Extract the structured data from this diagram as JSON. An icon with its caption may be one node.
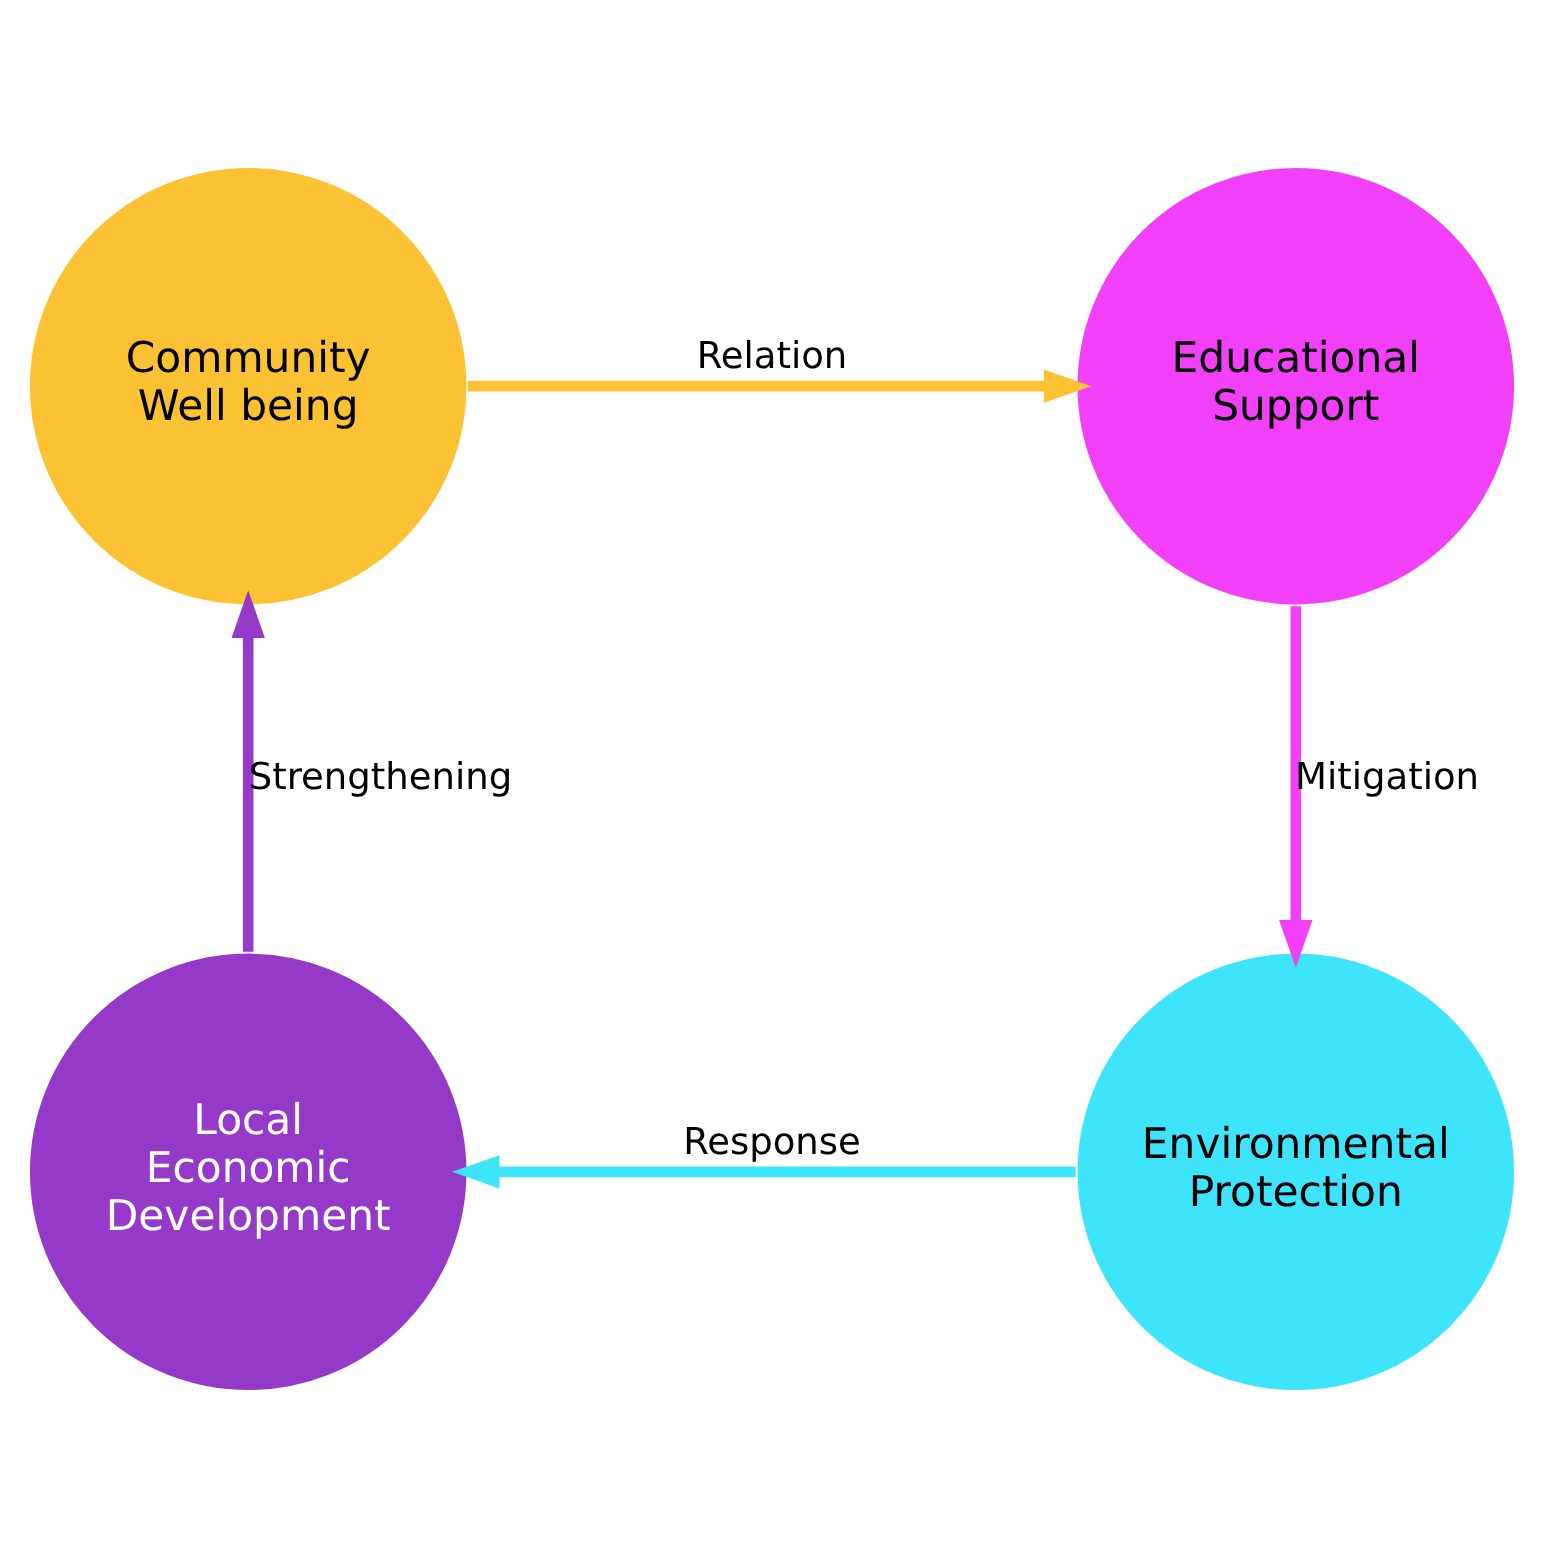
{
  "diagram": {
    "nodes": [
      {
        "text": [
          "Community Well being"
        ]
      },
      {
        "text": [
          "Educational Support"
        ]
      },
      {
        "text": [
          "Local Economic Development"
        ]
      },
      {
        "text": [
          "Environmental Protection"
        ]
      }
    ],
    "edges": [
      {
        "from": 0,
        "to": 1,
        "arrow": "to",
        "label": "Relation",
        "color": "#fdc234"
      },
      {
        "from": 1,
        "to": 3,
        "arrow": "to",
        "label": "Mitigation",
        "color": "#f23ffa"
      },
      {
        "from": 3,
        "to": 2,
        "arrow": "to",
        "label": "Response",
        "color": "#3ee4fb"
      },
      {
        "from": 2,
        "to": 0,
        "arrow": "to",
        "label": "Strengthening",
        "color": "#9439c8"
      }
    ]
  }
}
